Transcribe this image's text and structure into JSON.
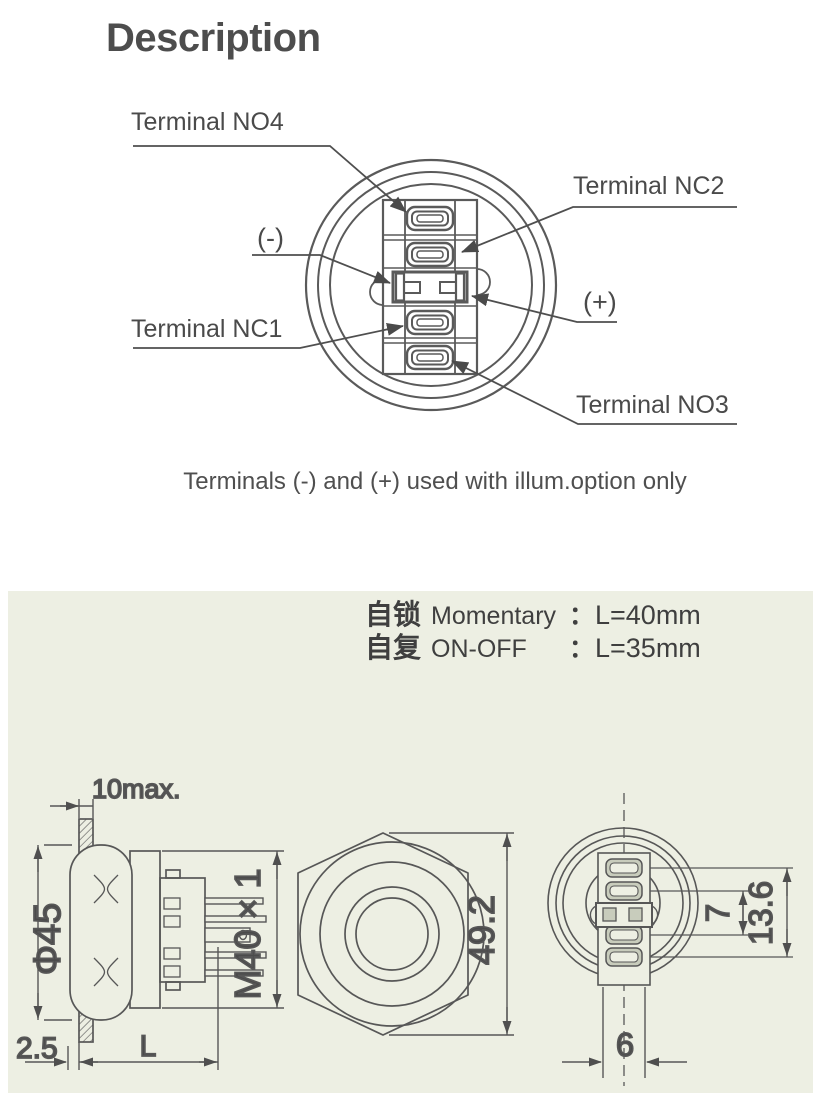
{
  "page": {
    "title": "Description",
    "note": "Terminals (-) and (+) used with illum.option only"
  },
  "terminal_diagram": {
    "labels": {
      "no4": "Terminal NO4",
      "nc2": "Terminal NC2",
      "minus": "(-)",
      "plus": "(+)",
      "nc1": "Terminal NC1",
      "no3": "Terminal NO3"
    }
  },
  "spec_panel": {
    "rows": [
      {
        "cjk": "自锁",
        "latin": "Momentary",
        "colon": "：",
        "value": "L=40mm"
      },
      {
        "cjk": "自复",
        "latin": "ON-OFF",
        "colon": "：",
        "value": "L=35mm"
      }
    ]
  },
  "dimensions": {
    "side_view": {
      "panel_thickness": "10max.",
      "head_diameter": "Φ45",
      "thread": "M40 × 1",
      "protrusion": "2.5",
      "length": "L"
    },
    "front_view": {
      "across_corners": "49.2"
    },
    "rear_view": {
      "terminal_pitch": "7",
      "terminal_span": "13.6",
      "terminal_width": "6"
    }
  },
  "colors": {
    "line": "#575757",
    "text": "#4a4a4a",
    "panel_background": "#edefe3",
    "slot_shade": "#c8ccbc"
  }
}
